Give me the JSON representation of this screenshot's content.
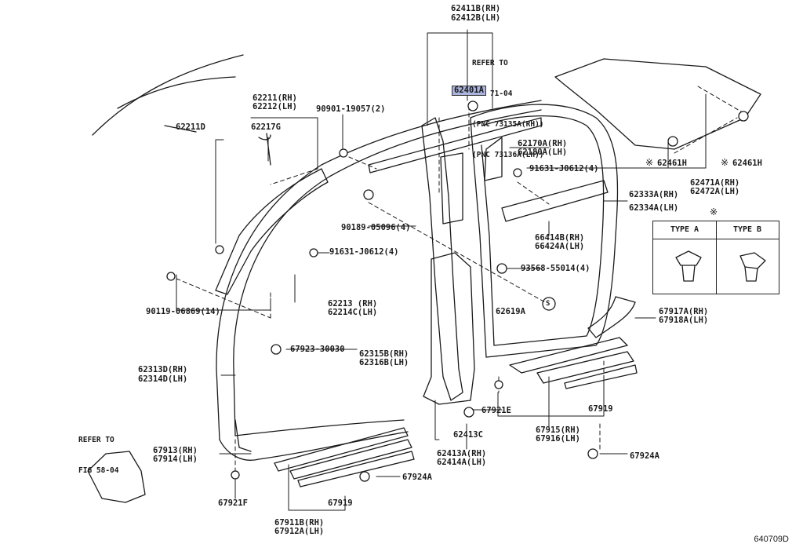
{
  "callouts": {
    "p62411b": "62411B(RH)",
    "p62412b": "62412B(LH)",
    "p62401a": "62401A",
    "p62211": "62211(RH)",
    "p62212": "62212(LH)",
    "p62211d": "62211D",
    "p62217g": "62217G",
    "p90901": "90901-19057(2)",
    "p62170a": "62170A(RH)",
    "p62180a": "62180A(LH)",
    "p91631a": "91631-J0612(4)",
    "p62461h_a": "62461H",
    "p62461h_b": "62461H",
    "p62471a": "62471A(RH)",
    "p62472a": "62472A(LH)",
    "p62333a": "62333A(RH)",
    "p62334a": "62334A(LH)",
    "p90189": "90189-05096(4)",
    "p66414b": "66414B(RH)",
    "p66424a": "66424A(LH)",
    "p91631b": "91631-J0612(4)",
    "p93568": "93568-55014(4)",
    "p62213": "62213 (RH)",
    "p62214c": "62214C(LH)",
    "p62619a": "62619A",
    "p90119": "90119-06869(14)",
    "p67917a": "67917A(RH)",
    "p67918a": "67918A(LH)",
    "p67923": "67923-30030",
    "p62315b": "62315B(RH)",
    "p62316b": "62316B(LH)",
    "p62313d": "62313D(RH)",
    "p62314d": "62314D(LH)",
    "p67921e": "67921E",
    "p67919_a": "67919",
    "p62413c": "62413C",
    "p67915": "67915(RH)",
    "p67916": "67916(LH)",
    "p62413a": "62413A(RH)",
    "p62414a": "62414A(LH)",
    "p67924a_a": "67924A",
    "p67913": "67913(RH)",
    "p67914": "67914(LH)",
    "p67924a_b": "67924A",
    "p67921f": "67921F",
    "p67919_b": "67919",
    "p67911b": "67911B(RH)",
    "p67912a": "67912A(LH)"
  },
  "refer_71": [
    "REFER TO",
    "FIG 71-04",
    "(PNC 73135A(RH))",
    "(PNC 73136A(LH))"
  ],
  "refer_58": [
    "REFER TO",
    "FIG 58-04"
  ],
  "marks": {
    "asterisk": "※",
    "circle_s": "S"
  },
  "type_box": {
    "type_a": "TYPE A",
    "type_b": "TYPE B"
  },
  "figure_number": "640709D",
  "colors": {
    "ink": "#1a1a1a",
    "highlight": "#aab4dd",
    "background": "#ffffff"
  }
}
